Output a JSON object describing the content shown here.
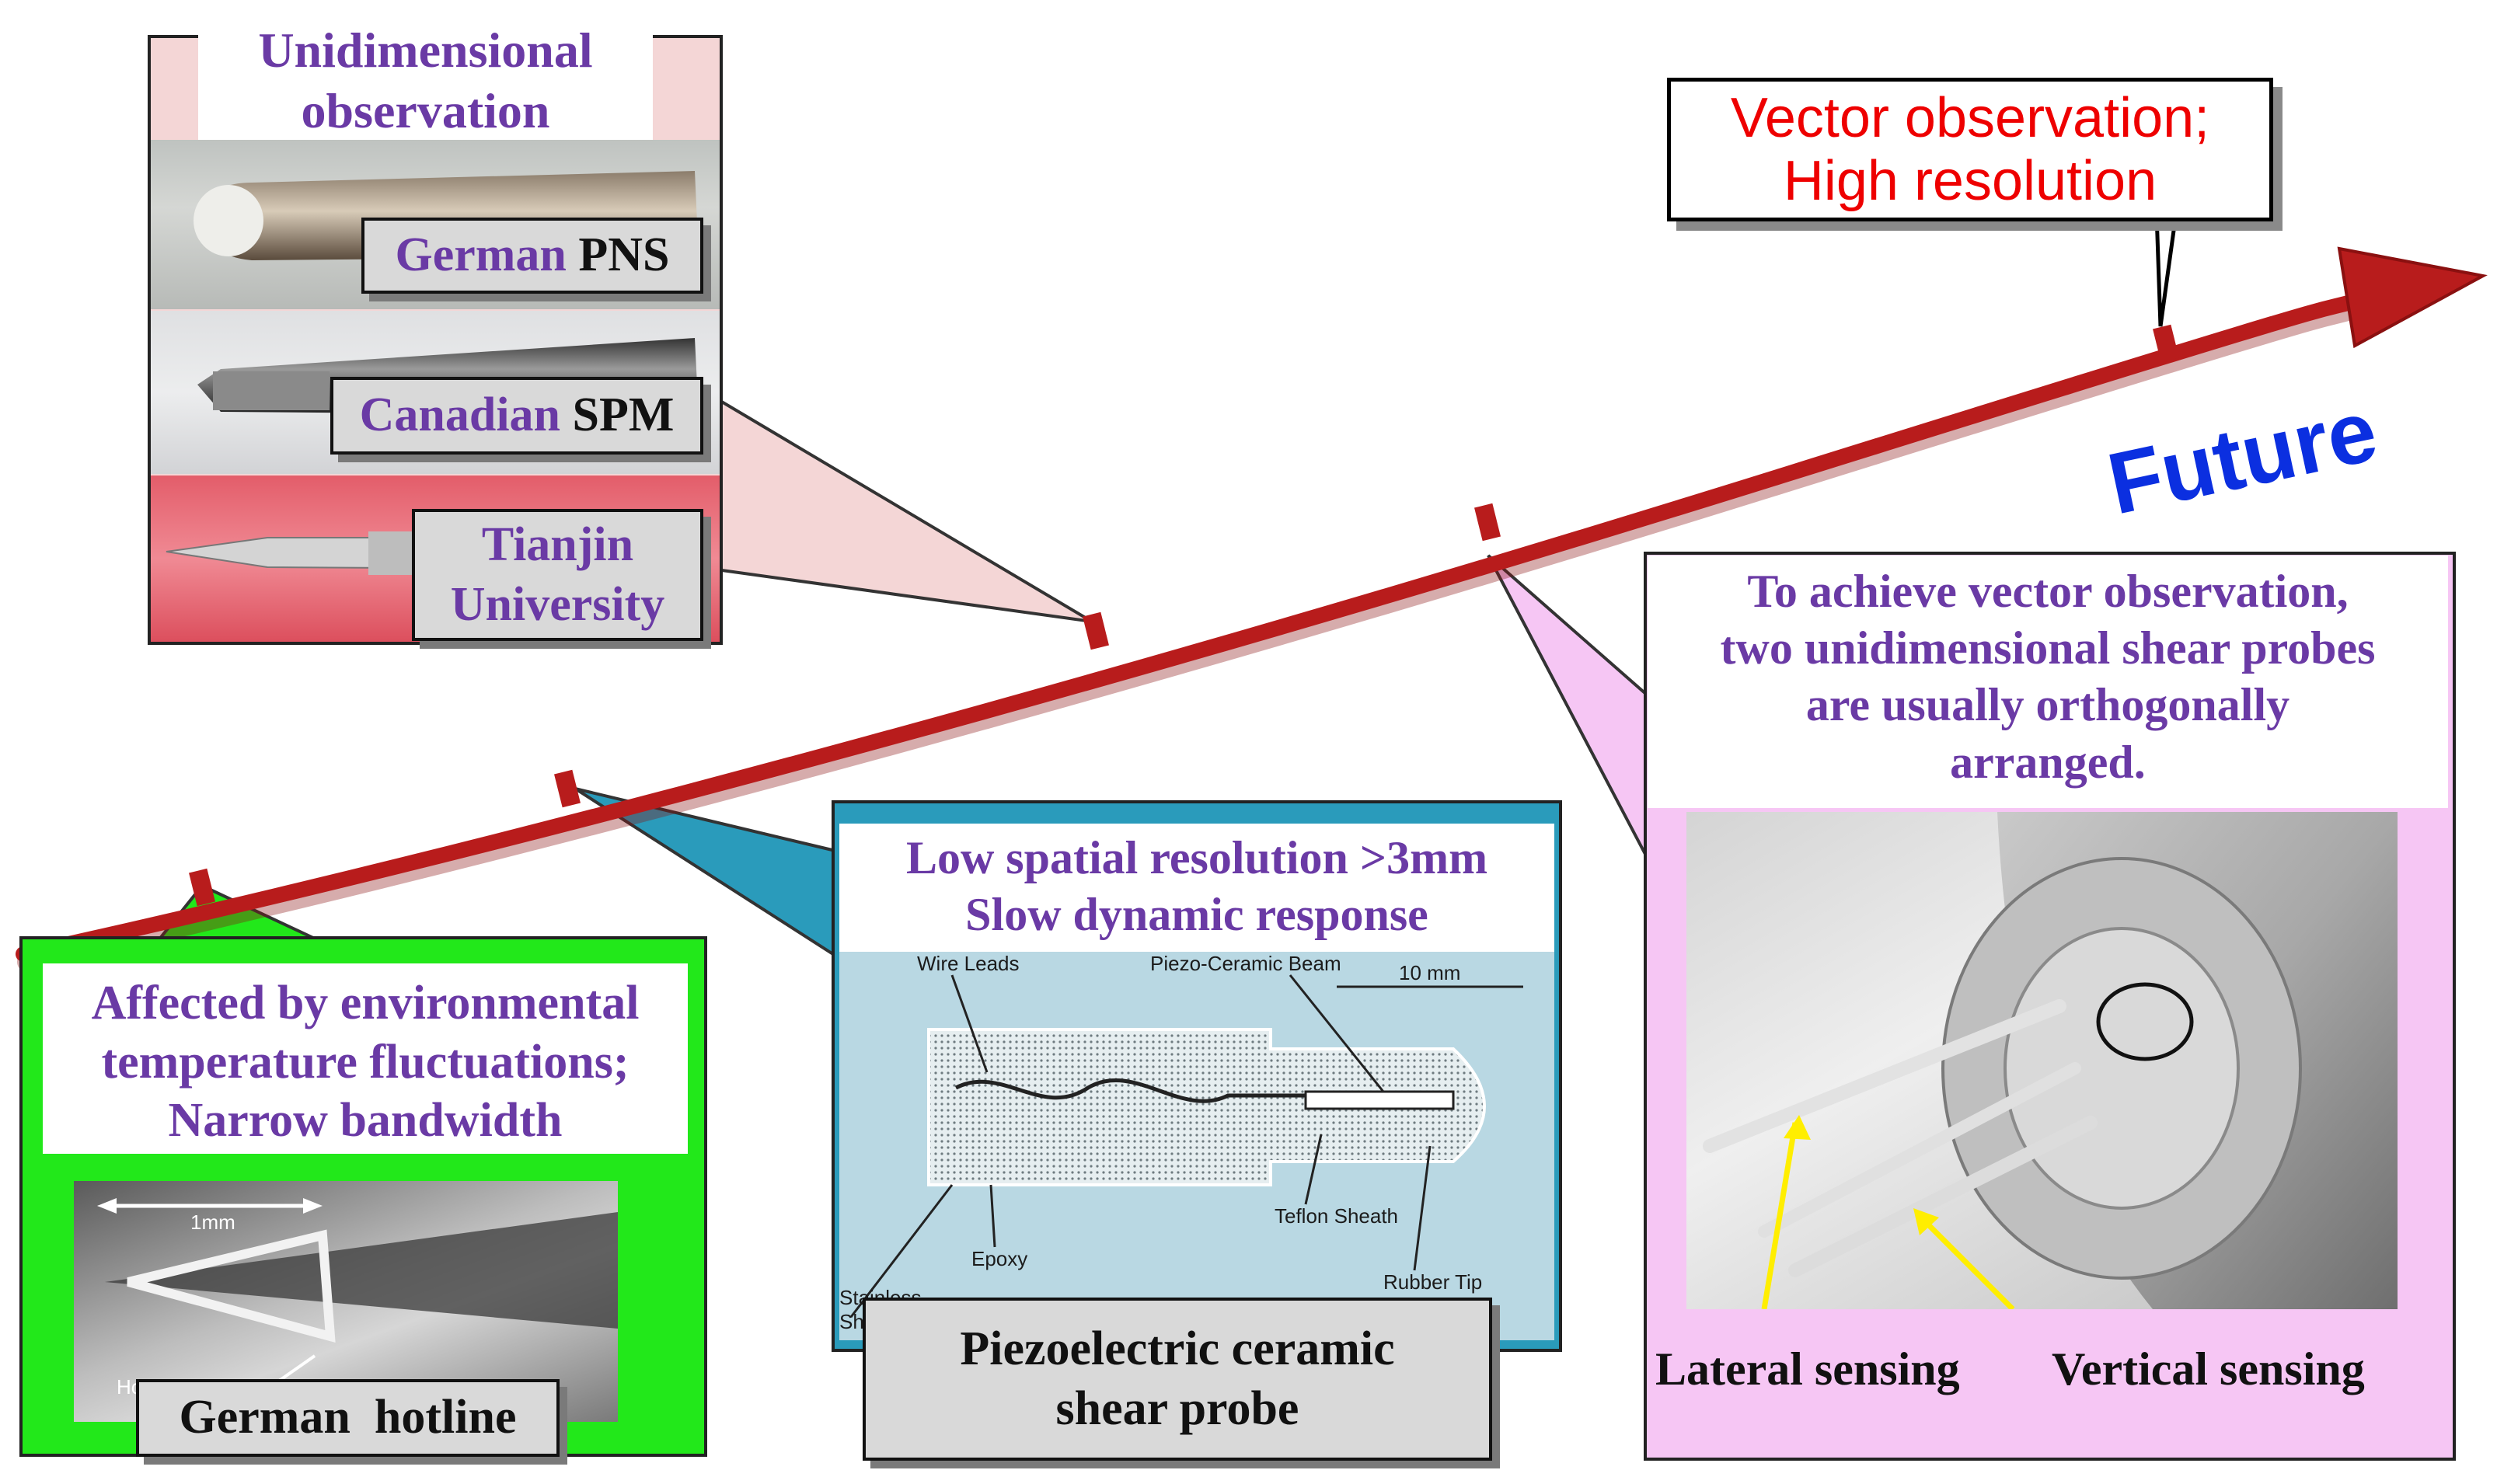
{
  "future_label": "Future",
  "vector_callout": {
    "line1": "Vector observation;",
    "line2": "High resolution"
  },
  "unidimensional": {
    "title_line1": "Unidimensional",
    "title_line2": "observation",
    "probes": [
      {
        "origin": "German",
        "name": "PNS"
      },
      {
        "origin": "Canadian",
        "name": "SPM"
      },
      {
        "origin_line1": "Tianjin",
        "origin_line2": "University"
      }
    ]
  },
  "hotline": {
    "note_lines": [
      "Affected by environmental",
      "temperature fluctuations;",
      "Narrow bandwidth"
    ],
    "photo_labels": {
      "size": "1mm",
      "film": "Hot- Film"
    },
    "tag": "German  hotline"
  },
  "piezo": {
    "note_lines": [
      "Low spatial resolution >3mm",
      "Slow dynamic response"
    ],
    "diagram_labels": {
      "wire_leads": "Wire Leads",
      "beam": "Piezo-Ceramic Beam",
      "scale": "10 mm",
      "epoxy": "Epoxy",
      "sheath": "Teflon Sheath",
      "rubber_tip": "Rubber Tip",
      "shaft": "Stainless Shaft"
    },
    "tag_line1": "Piezoelectric ceramic",
    "tag_line2": "shear probe"
  },
  "vector_probe": {
    "note_lines": [
      "To achieve vector observation,",
      "two unidimensional shear probes",
      "are usually orthogonally",
      "arranged."
    ],
    "lateral": "Lateral sensing",
    "vertical": "Vertical sensing"
  },
  "colors": {
    "arrow": "#b81c1c",
    "future": "#0b2fe0",
    "vector_text": "#ee0000",
    "purple_text": "#6a3aa5",
    "pink_panel": "#f6c6f4",
    "green_panel": "#22e81a",
    "teal_panel": "#2a9bbb"
  }
}
